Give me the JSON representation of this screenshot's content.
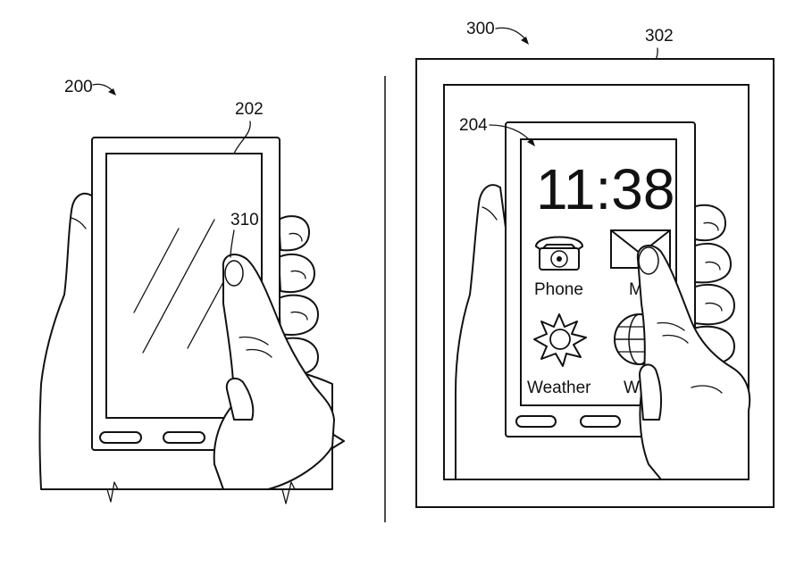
{
  "figure_left": {
    "ref_number": "200",
    "device_ref": "202",
    "touch_ref": "310"
  },
  "figure_right": {
    "ref_number": "300",
    "frame_ref": "302",
    "screen_ref": "204",
    "clock_time": "11:38",
    "apps": [
      {
        "label": "Phone",
        "icon": "telephone-icon"
      },
      {
        "label": "M",
        "icon": "mail-envelope-icon"
      },
      {
        "label": "Weather",
        "icon": "sun-icon"
      },
      {
        "label": "W",
        "icon": "globe-icon"
      }
    ]
  }
}
